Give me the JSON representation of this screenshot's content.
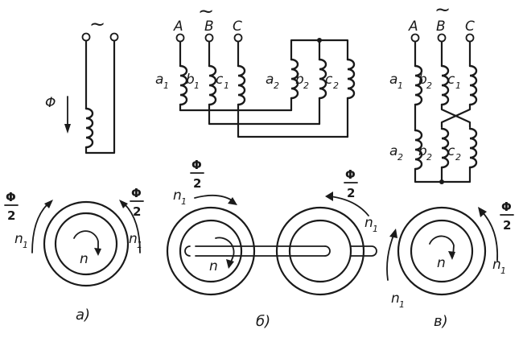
{
  "terminals": {
    "a": "A",
    "b": "B",
    "c": "C"
  },
  "ac_symbol": "~",
  "flux": {
    "symbol": "Φ",
    "half_num": "Φ",
    "half_den": "2"
  },
  "speed": {
    "field": "n",
    "field_sub": "1",
    "rotor": "n"
  },
  "windings": {
    "a1": "a",
    "a1_sub": "1",
    "b1": "b",
    "b1_sub": "1",
    "c1": "c",
    "c1_sub": "1",
    "a2": "a",
    "a2_sub": "2",
    "b2": "b",
    "b2_sub": "2",
    "c2": "c",
    "c2_sub": "2"
  },
  "captions": {
    "a": "а)",
    "b": "б)",
    "c": "в)"
  }
}
